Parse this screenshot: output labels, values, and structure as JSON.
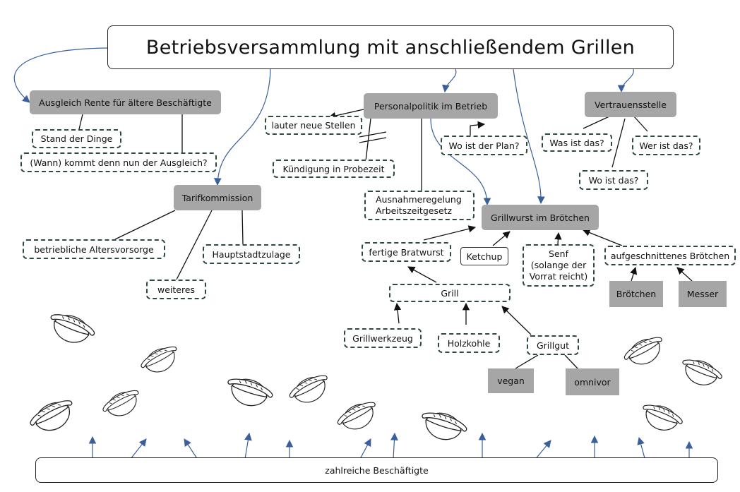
{
  "title": "Betriebsversammlung mit anschließendem Grillen",
  "branches": {
    "ausgleich": {
      "label": "Ausgleich Rente für ältere Beschäftigte",
      "children": [
        "Stand der Dinge",
        "(Wann) kommt denn nun der Ausgleich?"
      ]
    },
    "tarif": {
      "label": "Tarifkommission",
      "children": [
        "betriebliche Altersvorsorge",
        "Hauptstadtzulage",
        "weiteres"
      ]
    },
    "personal": {
      "label": "Personalpolitik im Betrieb",
      "children": [
        "lauter neue Stellen",
        "Kündigung in Probezeit",
        "Wo ist der Plan?"
      ],
      "ausnahme": [
        "Ausnahmeregelung",
        "Arbeitszeitgesetz"
      ]
    },
    "vertrauen": {
      "label": "Vertrauensstelle",
      "children": [
        "Was ist das?",
        "Wer ist das?",
        "Wo ist das?"
      ]
    },
    "grill_main": {
      "label": "Grillwurst im Brötchen",
      "fertige": "fertige Bratwurst",
      "ketchup": "Ketchup",
      "senf": [
        "Senf",
        "(solange der",
        "Vorrat reicht)"
      ],
      "brot": "aufgeschnittenes Brötchen",
      "broetchen": "Brötchen",
      "messer": "Messer",
      "grill": "Grill",
      "grillwerkzeug": "Grillwerkzeug",
      "holzkohle": "Holzkohle",
      "grillgut": "Grillgut",
      "vegan": "vegan",
      "omnivor": "omnivor"
    }
  },
  "bottom_label": "zahlreiche Beschäftigte",
  "colors": {
    "arrow_blue": "#3a5f9a",
    "node_gray": "#a6a6a6",
    "dash_green": "#2e4a3c"
  },
  "icons": [
    "sausage-bun-icon"
  ]
}
